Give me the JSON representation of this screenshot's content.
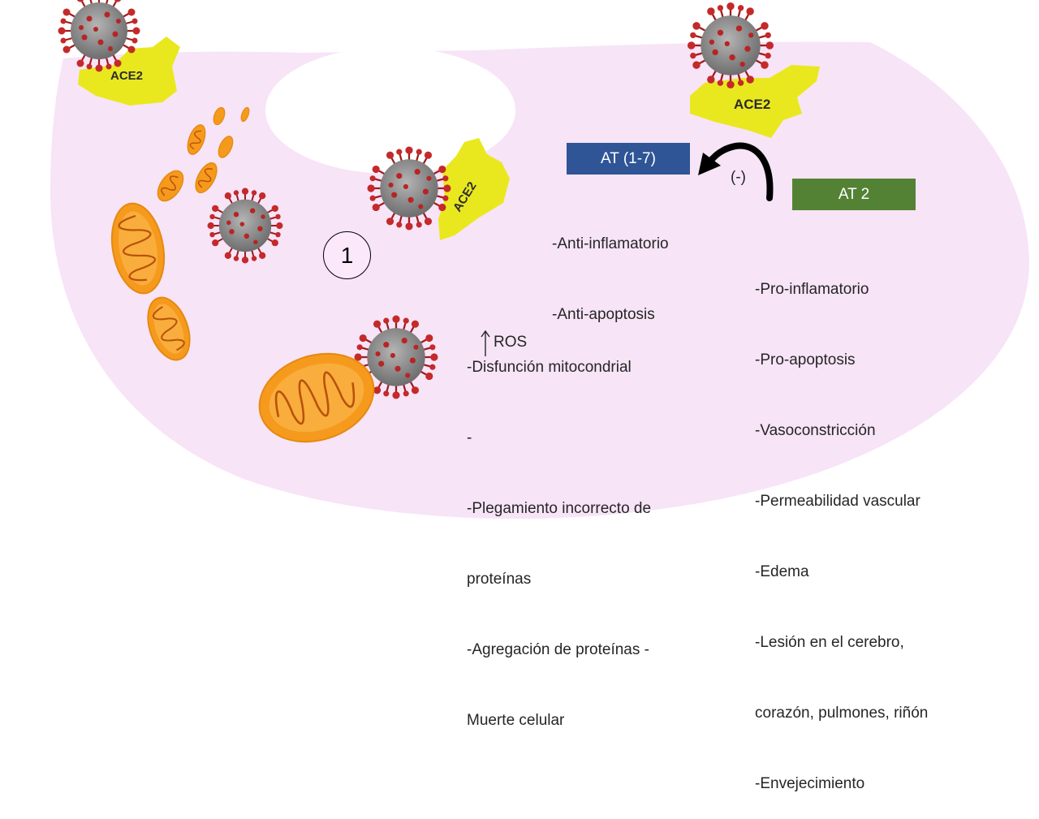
{
  "labels": {
    "ace2_top_left": "ACE2",
    "ace2_top_right": "ACE2",
    "ace2_center": "ACE2",
    "at17": "AT (1-7)",
    "at2": "AT 2",
    "negative": "(-)",
    "step_number": "1"
  },
  "at17_effects": [
    "-Anti-inflamatorio",
    "-Anti-apoptosis"
  ],
  "at2_effects": [
    "-Pro-inflamatorio",
    "-Pro-apoptosis",
    "-Vasoconstricción",
    "-Permeabilidad vascular",
    "-Edema",
    "-Lesión en el cerebro,",
    "corazón, pulmones, riñón",
    "-Envejecimiento"
  ],
  "mito_effects": {
    "line1": "-Disfunción mitocondrial",
    "line2_prefix": "- ",
    "line2_ros": "ROS",
    "line3": "-Plegamiento incorrecto de",
    "line4": "proteínas",
    "line5": "-Agregación de proteínas -",
    "line6": "Muerte celular"
  },
  "colors": {
    "cell": "#f7e4f7",
    "ace2": "#e9e81f",
    "mito_outer": "#f59a1c",
    "mito_inner": "#b8520c",
    "virus_core": "#8d8d8d",
    "virus_spike": "#b02020",
    "at17_box": "#2f5597",
    "at2_box": "#548235"
  }
}
